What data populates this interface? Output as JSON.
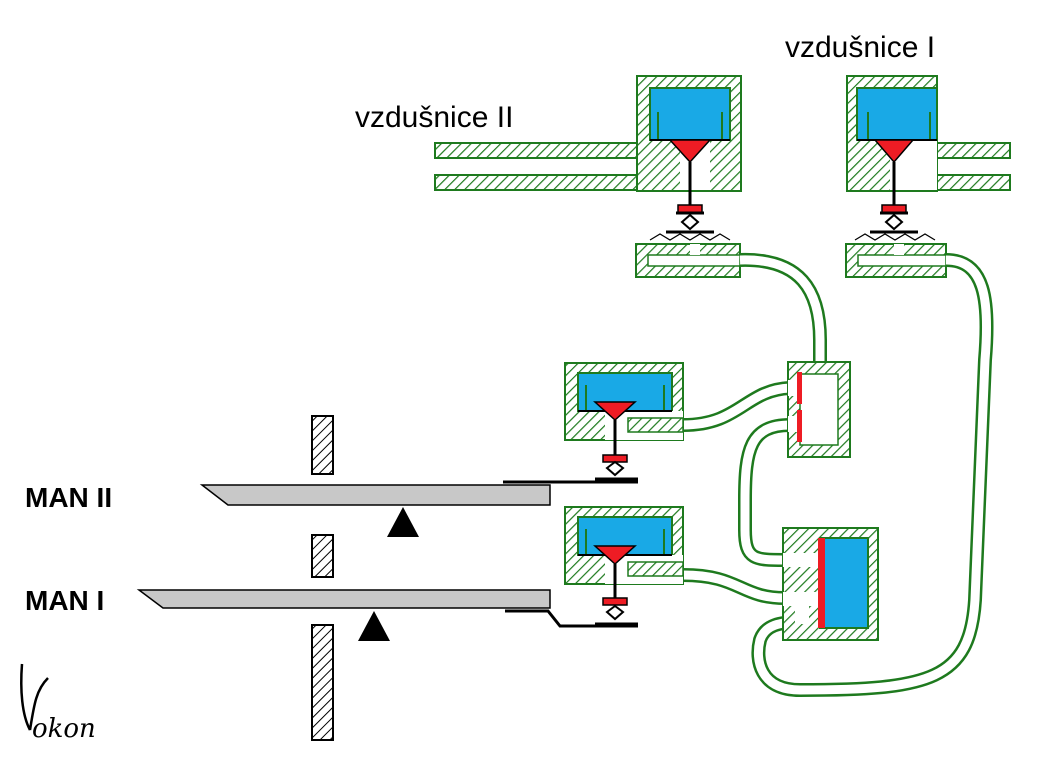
{
  "labels": {
    "air_channel_1": "vzdušnice I",
    "air_channel_2": "vzdušnice II",
    "manual_2": "MAN II",
    "manual_1": "MAN I"
  },
  "signature": {
    "text": "okon"
  },
  "colors": {
    "housing": "#1e7a1e",
    "hatch": "#1e7a1e",
    "chamber": "#19a9e6",
    "valve": "#ee1c24",
    "key": "#c8c8c8",
    "background": "#ffffff"
  }
}
